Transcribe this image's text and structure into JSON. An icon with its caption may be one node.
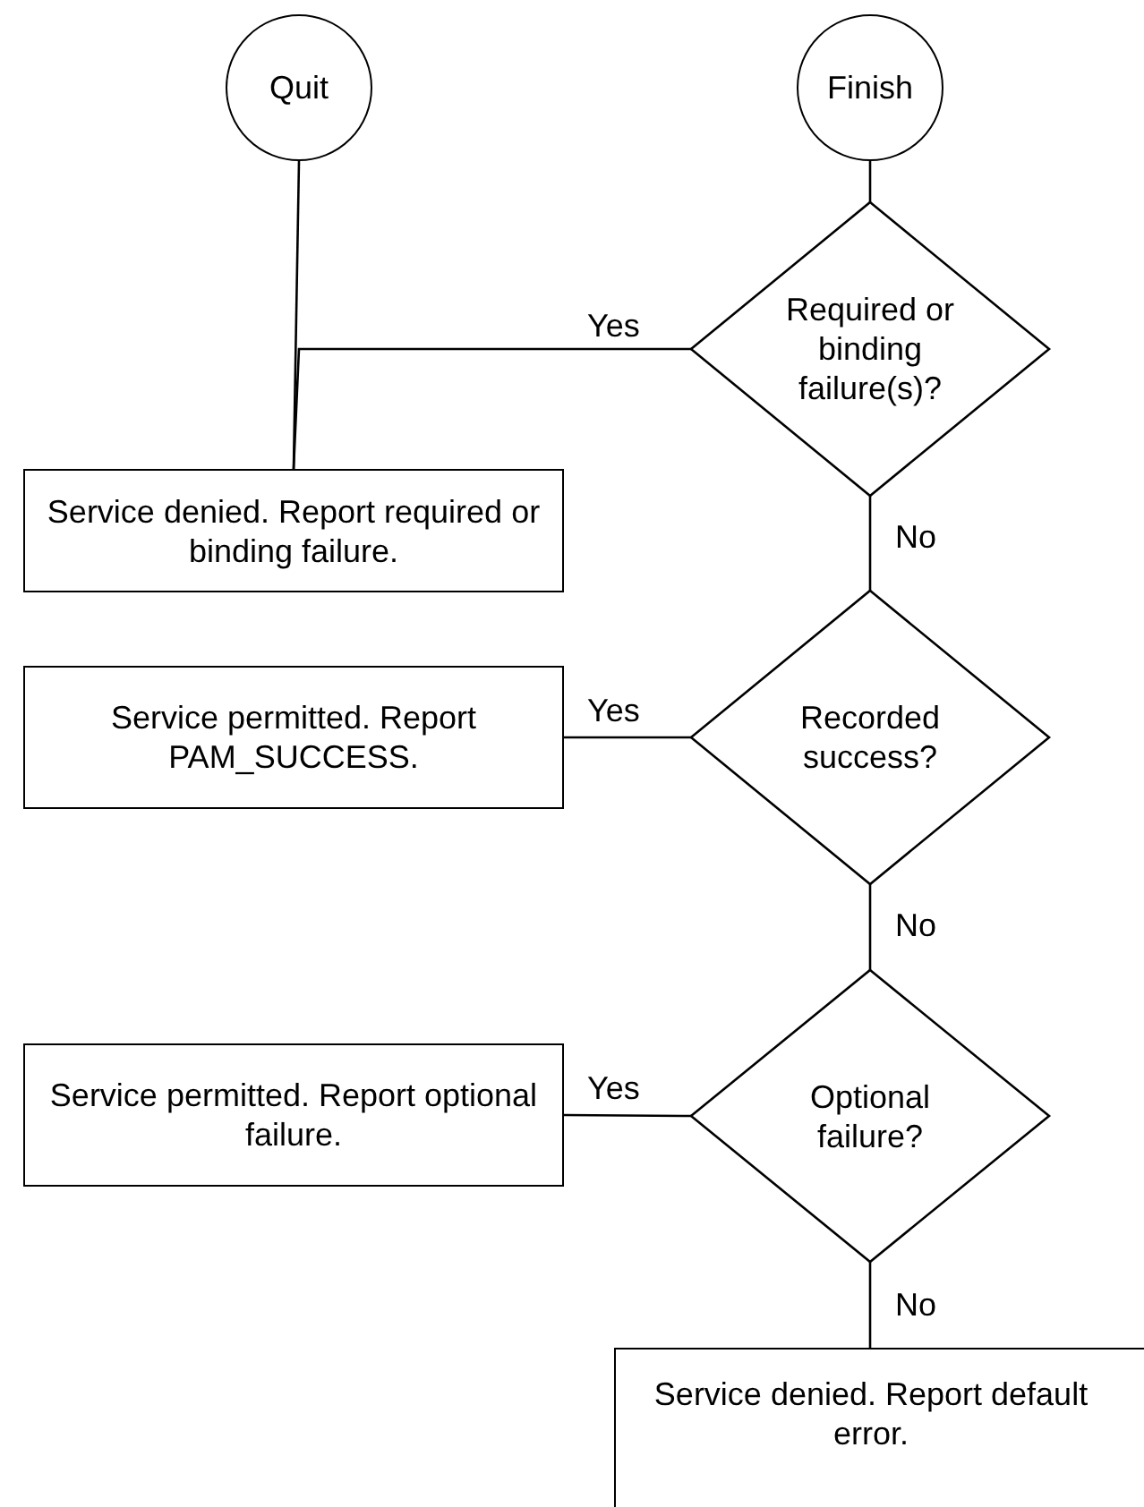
{
  "diagram": {
    "nodes": [
      {
        "text": [
          "Quit"
        ]
      },
      {
        "text": [
          "Finish"
        ]
      },
      {
        "text": [
          "Required or binding failure(s)?"
        ]
      },
      {
        "text": [
          "Service denied. Report required or binding failure."
        ]
      },
      {
        "text": [
          "Recorded success?"
        ]
      },
      {
        "text": [
          "Service permitted. Report PAM_SUCCESS."
        ]
      },
      {
        "text": [
          "Optional failure?"
        ]
      },
      {
        "text": [
          "Service permitted. Report optional failure."
        ]
      },
      {
        "text": [
          "Service denied. Report default error."
        ]
      }
    ],
    "edges": [
      {
        "from": 1,
        "to": 2,
        "arrow": "none"
      },
      {
        "from": 2,
        "to": 3,
        "arrow": "none",
        "label": "Yes"
      },
      {
        "from": 3,
        "to": 0,
        "arrow": "none"
      },
      {
        "from": 2,
        "to": 4,
        "arrow": "none",
        "label": "No"
      },
      {
        "from": 4,
        "to": 5,
        "arrow": "none",
        "label": "Yes"
      },
      {
        "from": 4,
        "to": 6,
        "arrow": "none",
        "label": "No"
      },
      {
        "from": 6,
        "to": 7,
        "arrow": "none",
        "label": "Yes"
      },
      {
        "from": 6,
        "to": 8,
        "arrow": "none",
        "label": "No"
      }
    ]
  }
}
